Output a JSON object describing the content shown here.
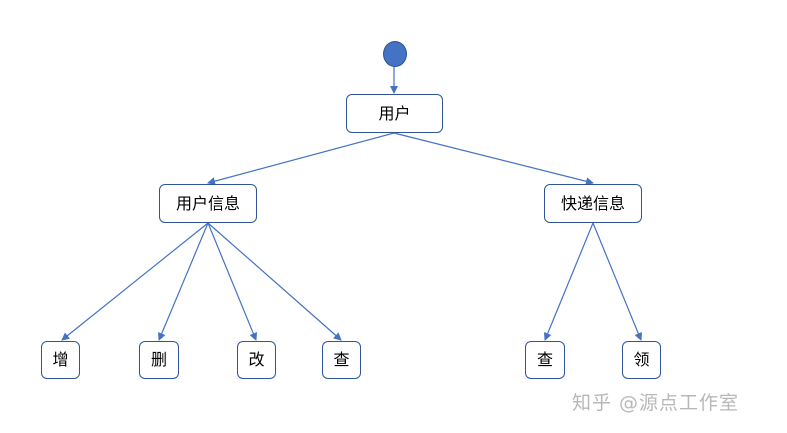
{
  "diagram": {
    "root": "用户",
    "branches": [
      {
        "label": "用户信息",
        "children": [
          "增",
          "删",
          "改",
          "查"
        ]
      },
      {
        "label": "快递信息",
        "children": [
          "查",
          "领"
        ]
      }
    ]
  },
  "watermark": "知乎 @源点工作室",
  "colors": {
    "line": "#4472c4",
    "node_border": "#2f5597",
    "start_fill": "#4472c4"
  }
}
